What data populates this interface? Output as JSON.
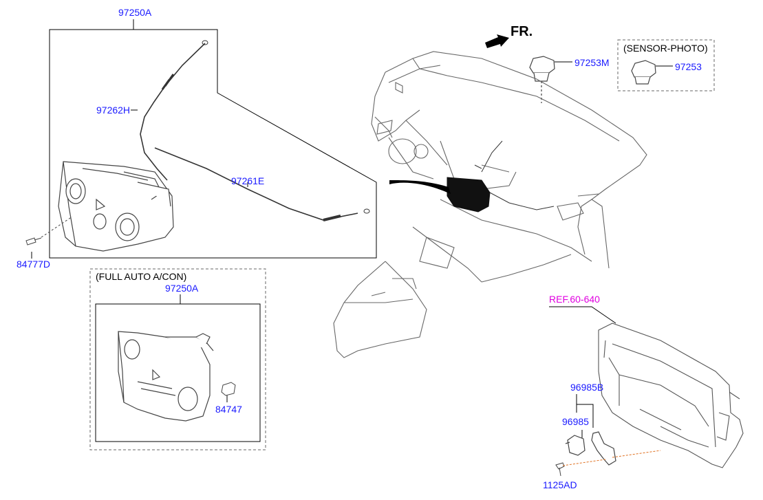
{
  "labels": {
    "assy_main": "97250A",
    "cable_h": "97262H",
    "cable_e": "97261E",
    "screw": "84777D",
    "full_auto_title": "(FULL AUTO A/CON)",
    "assy_auto": "97250A",
    "clip": "84747",
    "front": "FR.",
    "sensor_m": "97253M",
    "sensor_photo_title": "(SENSOR-PHOTO)",
    "sensor": "97253",
    "ref": "REF.60-640",
    "sensor_assy_b": "96985B",
    "sensor_amb": "96985",
    "bolt": "1125AD"
  },
  "colors": {
    "part_label": "#1a1aff",
    "ref_label": "#e000e0",
    "line": "#000000",
    "drawing": "#555555",
    "leader_orange": "#e07020"
  }
}
